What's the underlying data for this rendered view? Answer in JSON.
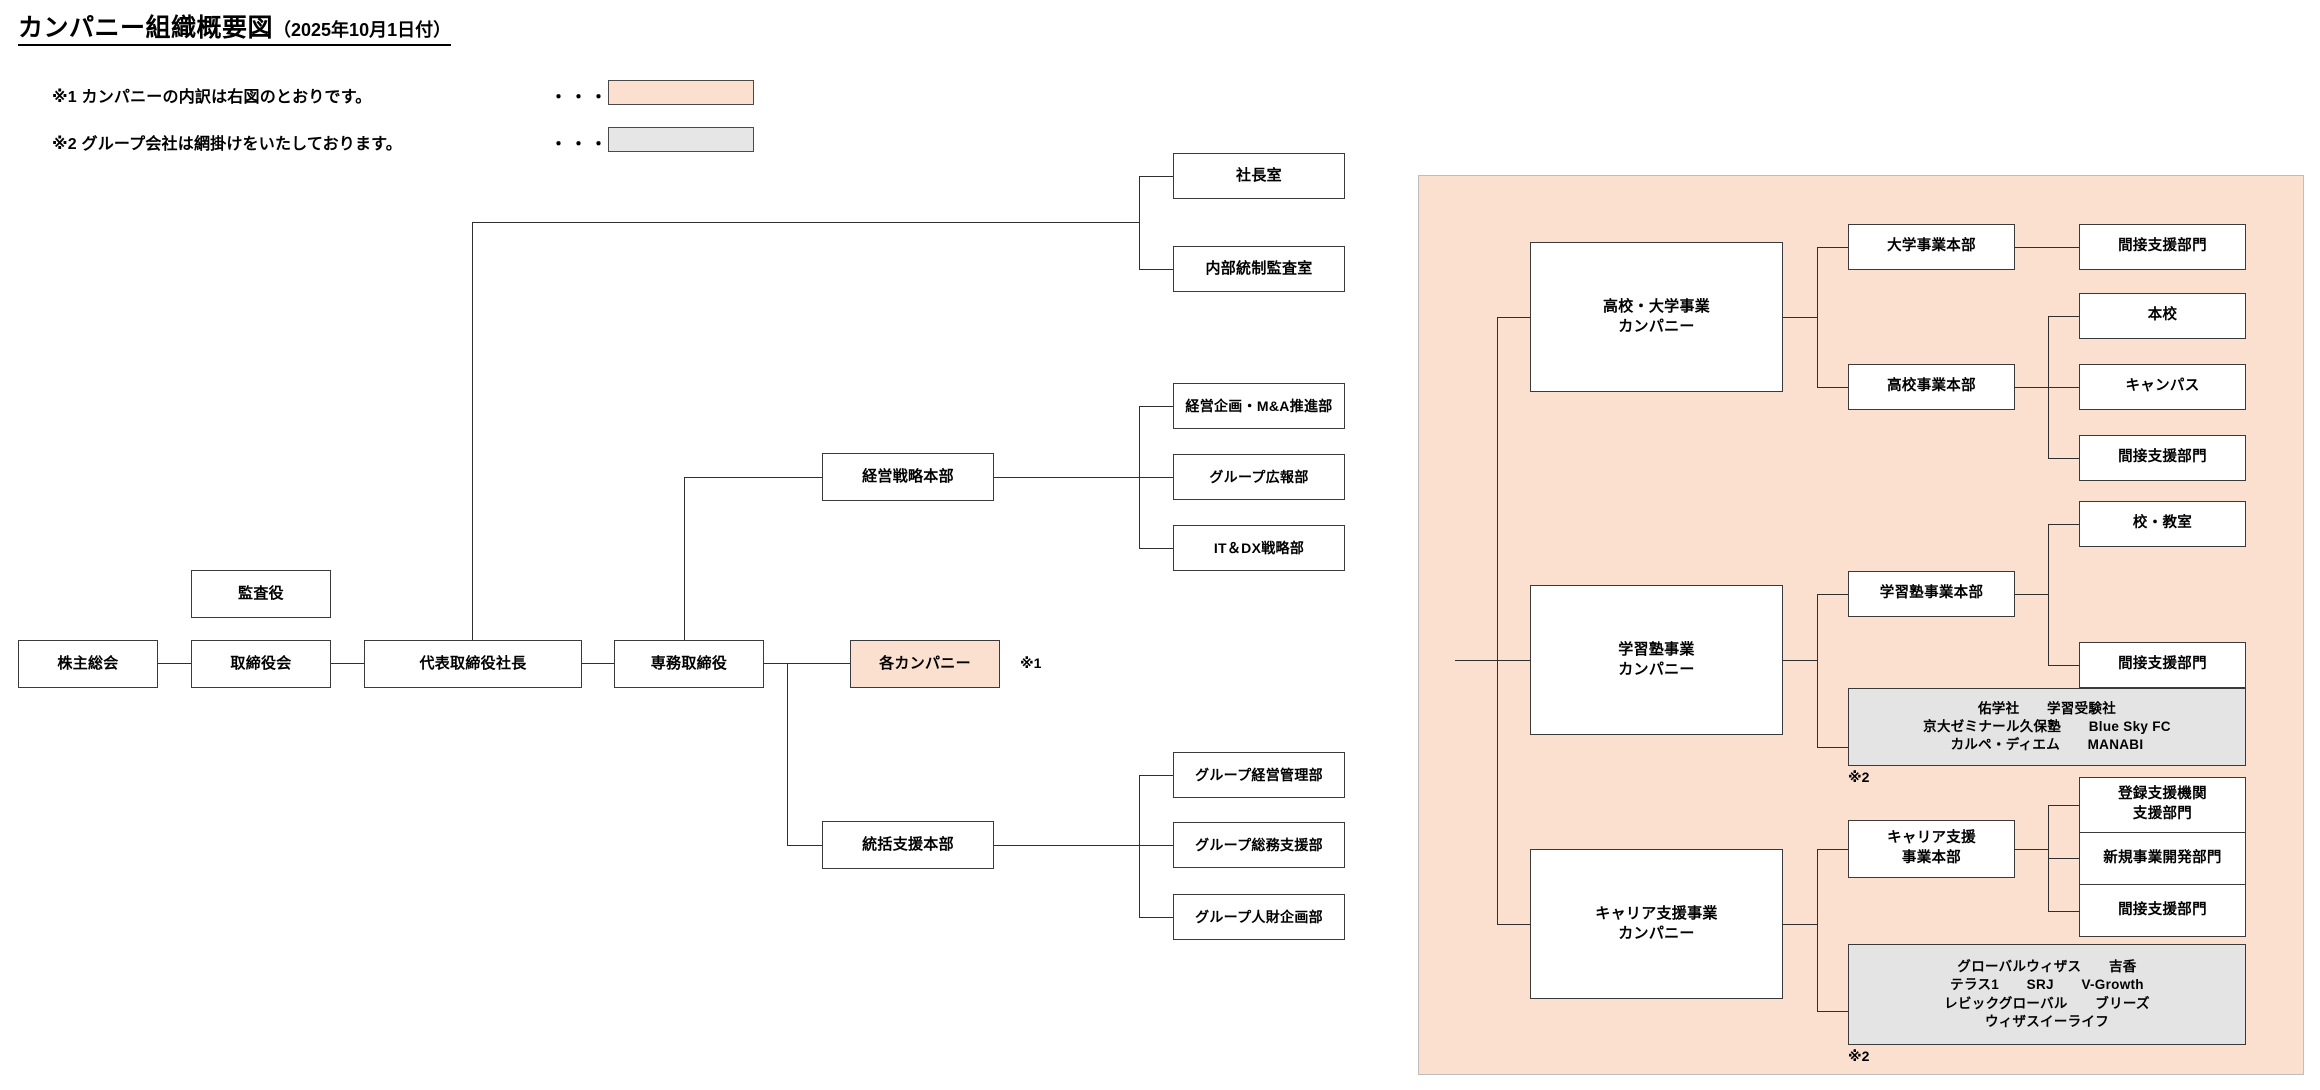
{
  "title": {
    "main": "カンパニー組織概要図",
    "sub": "（2025年10月1日付）"
  },
  "legend": {
    "dots": "・・・",
    "items": [
      {
        "text": "※1 カンパニーの内訳は右図のとおりです。",
        "swatch": "#fbe0d0",
        "swatch_name": "peach"
      },
      {
        "text": "※2 グループ会社は網掛けをいたしております。",
        "swatch": "#e6e6e6",
        "swatch_name": "gray"
      }
    ]
  },
  "left_chart": {
    "shareholders_meeting": "株主総会",
    "board_of_directors": "取締役会",
    "auditor": "監査役",
    "president": "代表取締役社長",
    "senior_managing_director": "専務取締役",
    "each_company": "各カンパニー",
    "each_company_note": "※1",
    "presidents_office": "社長室",
    "internal_control_audit_office": "内部統制監査室",
    "management_strategy_hq": "経営戦略本部",
    "management_strategy_children": [
      "経営企画・M&A推進部",
      "グループ広報部",
      "IT＆DX戦略部"
    ],
    "general_support_hq": "統括支援本部",
    "general_support_children": [
      "グループ経営管理部",
      "グループ総務支援部",
      "グループ人財企画部"
    ]
  },
  "right_panel": {
    "companies": [
      {
        "name": "高校・大学事業\nカンパニー",
        "name_line1": "高校・大学事業",
        "name_line2": "カンパニー",
        "divisions": [
          {
            "name": "大学事業本部",
            "children": [
              "間接支援部門"
            ]
          },
          {
            "name": "高校事業本部",
            "children": [
              "本校",
              "キャンパス",
              "間接支援部門"
            ]
          }
        ],
        "group_companies": null
      },
      {
        "name": "学習塾事業\nカンパニー",
        "name_line1": "学習塾事業",
        "name_line2": "カンパニー",
        "divisions": [
          {
            "name": "学習塾事業本部",
            "children": [
              "校・教室",
              "間接支援部門"
            ]
          }
        ],
        "group_companies": {
          "lines": [
            "佑学社　　学習受験社",
            "京大ゼミナール久保塾　　Blue Sky FC",
            "カルペ・ディエム　　MANABI"
          ],
          "note": "※2"
        }
      },
      {
        "name": "キャリア支援事業\nカンパニー",
        "name_line1": "キャリア支援事業",
        "name_line2": "カンパニー",
        "divisions": [
          {
            "name_line1": "キャリア支援",
            "name_line2": "事業本部",
            "name": "キャリア支援事業本部",
            "children": [
              "登録支援機関\n支援部門",
              "新規事業開発部門",
              "間接支援部門"
            ],
            "child_0_line1": "登録支援機関",
            "child_0_line2": "支援部門",
            "child_1": "新規事業開発部門",
            "child_2": "間接支援部門"
          }
        ],
        "group_companies": {
          "lines": [
            "グローバルウィザス　　吉香",
            "テラス1　　SRJ　　V-Growth",
            "レビックグローバル　　ブリーズ",
            "ウィザスイーライフ"
          ],
          "note": "※2"
        }
      }
    ]
  },
  "colors": {
    "peach": "#fbe0d0",
    "gray": "#e4e4e4",
    "line": "#2f2f2f",
    "border": "#3a3a3a",
    "panel_border": "#bdbdbd"
  }
}
